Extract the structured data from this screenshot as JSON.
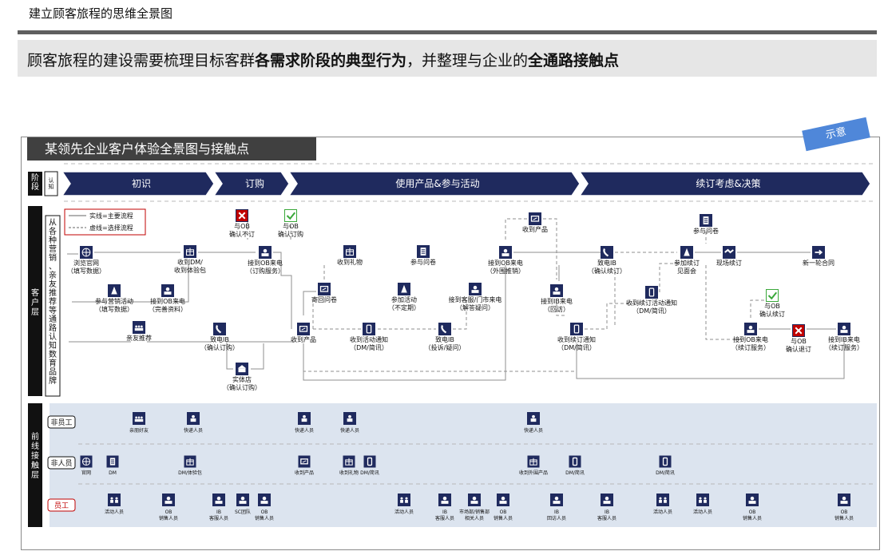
{
  "header": {
    "title": "建立顾客旅程的思维全景图",
    "subtitle_parts": [
      {
        "text": "顾客旅程的建设需要梳理目标客群",
        "bold": false
      },
      {
        "text": "各需求阶段的典型行为",
        "bold": true
      },
      {
        "text": "，并整理与企业的",
        "bold": false
      },
      {
        "text": "全通路接触点",
        "bold": true
      }
    ]
  },
  "diagram": {
    "title": "某领先企业客户体验全景图与接触点",
    "badge": "示意",
    "stage_label": "阶段",
    "aware_label": "认知",
    "customer_layer_label": "客户层",
    "frontline_layer_label": "前线接触层",
    "side_note": "从各种营销、亲友推荐等通路认知数育品牌",
    "legend": {
      "solid": "实线=主要流程",
      "dashed": "虚线=选择流程"
    },
    "stages": [
      "初识",
      "订购",
      "使用产品&参与活动",
      "续订考虑&决策"
    ],
    "rows": {
      "non_staff": "非员工",
      "non_person": "非人员",
      "staff": "员工"
    },
    "nodes": [
      {
        "label": "浏览官网\n（填写数据）",
        "icon": "globe-icon"
      },
      {
        "label": "收到DM/\n收到体验包",
        "icon": "gift-icon"
      },
      {
        "label": "与OB\n确认不订",
        "icon": "cross-icon"
      },
      {
        "label": "与OB\n确认订购",
        "icon": "check-icon"
      },
      {
        "label": "接到OB来电\n（订购服务）",
        "icon": "agent-icon"
      },
      {
        "label": "参与营销活动\n（填写数据）",
        "icon": "event-icon"
      },
      {
        "label": "接到OB来电\n（完善资料）",
        "icon": "agent-icon"
      },
      {
        "label": "亲友推荐",
        "icon": "group-icon"
      },
      {
        "label": "致电IB\n（确认订购）",
        "icon": "phone-icon"
      },
      {
        "label": "实体店\n（确认订购）",
        "icon": "store-icon"
      },
      {
        "label": "收到礼物",
        "icon": "gift-icon"
      },
      {
        "label": "寄回问卷",
        "icon": "screen-icon"
      },
      {
        "label": "参与问卷",
        "icon": "doc-icon"
      },
      {
        "label": "参加活动\n（不定期）",
        "icon": "event-icon"
      },
      {
        "label": "收到产品",
        "icon": "box-icon"
      },
      {
        "label": "收到活动通知\n（DM/简讯）",
        "icon": "mobile-icon"
      },
      {
        "label": "接到客服/门市来电\n（解答疑问）",
        "icon": "agent-icon"
      },
      {
        "label": "致电IB\n（投诉/疑问）",
        "icon": "phone-icon"
      },
      {
        "label": "收到产品",
        "icon": "box-icon"
      },
      {
        "label": "接到OB来电\n（外围推销）",
        "icon": "agent-icon"
      },
      {
        "label": "接到IB来电\n（回访）",
        "icon": "agent-icon"
      },
      {
        "label": "收到续订通知\n（DM/简讯）",
        "icon": "mobile-icon"
      },
      {
        "label": "致电IB\n（确认续订）",
        "icon": "phone-icon"
      },
      {
        "label": "收到续订活动通知\n（DM/简讯）",
        "icon": "mobile-icon"
      },
      {
        "label": "参与问卷",
        "icon": "doc-icon"
      },
      {
        "label": "参加续订\n见面会",
        "icon": "event-icon"
      },
      {
        "label": "现场续订",
        "icon": "handshake-icon"
      },
      {
        "label": "新一轮合同",
        "icon": "arrow-icon"
      },
      {
        "label": "与OB\n确认续订",
        "icon": "check-icon"
      },
      {
        "label": "接到OB来电\n（续订服务）",
        "icon": "agent-icon"
      },
      {
        "label": "与OB\n确认退订",
        "icon": "cross-icon"
      },
      {
        "label": "接到IB来电\n（续订服务）",
        "icon": "agent-icon"
      }
    ],
    "non_staff_items": [
      "亲朋好友",
      "快递人员",
      "快递人员",
      "快递人员",
      "快递人员"
    ],
    "non_person_items": [
      "官网",
      "DM",
      "DM/体验包",
      "收到产品",
      "收到礼物",
      "DM/简讯",
      "收到外围产品",
      "DM/简讯",
      "DM/简讯"
    ],
    "staff_items": [
      "活动人员",
      "OB\n销售人员",
      "IB\n客服人员",
      "SC团队",
      "OB\n销售人员",
      "活动人员",
      "IB\n客服人员",
      "市场部/销售部\n相关人员",
      "OB\n销售人员",
      "IB\n回访人员",
      "IB\n客服人员",
      "活动人员",
      "活动人员",
      "OB\n销售人员",
      "OB\n销售人员"
    ],
    "colors": {
      "stage_fill": "#1f2a5e",
      "band": "#dce4ef",
      "accent_red": "#c00000",
      "accent_green": "#3aa83a",
      "badge": "#4f87d9"
    }
  }
}
